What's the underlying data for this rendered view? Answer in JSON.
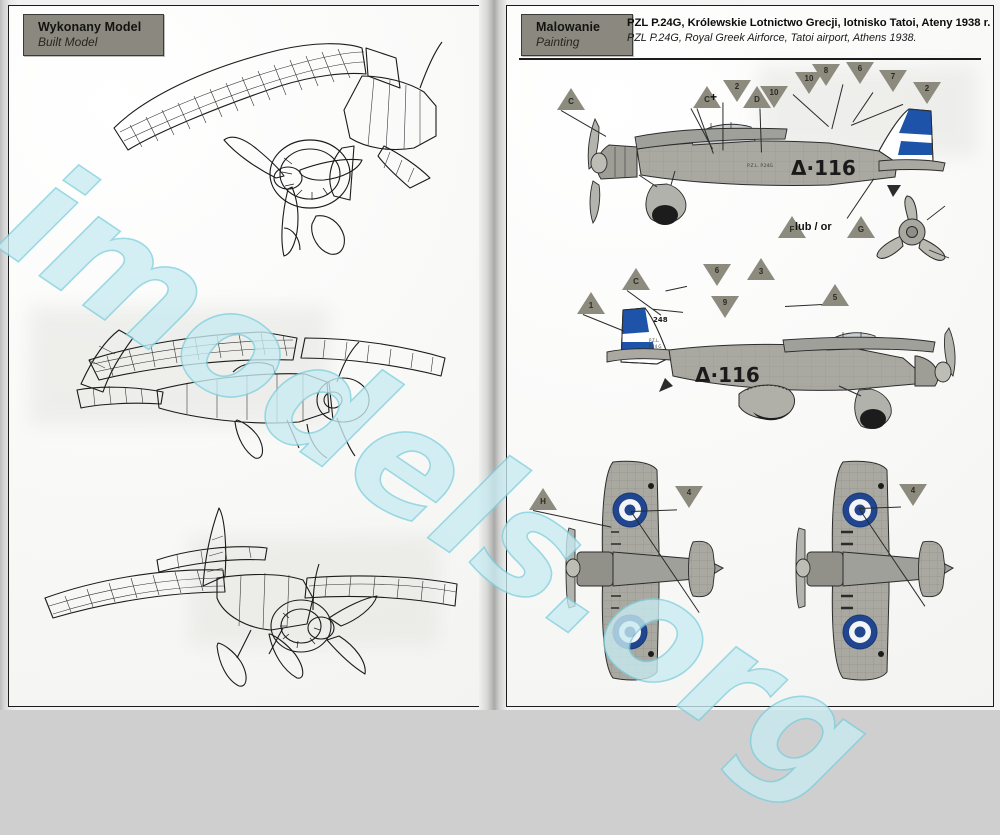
{
  "sheet": {
    "watermark": "imodels.org",
    "watermark_color": "#c9ecf2"
  },
  "left_panel": {
    "badge": {
      "title_pl": "Wykonany Model",
      "title_en": "Built Model"
    },
    "views": [
      {
        "name": "three-quarter-front-upper",
        "label": ""
      },
      {
        "name": "three-quarter-side-middle",
        "label": ""
      },
      {
        "name": "three-quarter-front-lower",
        "label": ""
      }
    ]
  },
  "right_panel": {
    "badge": {
      "title_pl": "Malowanie",
      "title_en": "Painting"
    },
    "title_pl": "PZL P.24G, Królewskie Lotnictwo Grecji, lotnisko Tatoi, Ateny 1938 r.",
    "title_en": "PZL P.24G, Royal Greek Airforce, Tatoi airport, Athens 1938.",
    "aircraft_code": "Δ·116",
    "tail_code": "248",
    "option_label": "lub / or",
    "colors": {
      "greek_blue": "#1d53a8",
      "roundel_blue": "#21468f",
      "airframe_grey": "#a9a9a2",
      "callout_tan": "#8d8a7e"
    },
    "profiles": [
      {
        "name": "starboard-side-profile",
        "code": "Δ·116",
        "callouts": [
          {
            "id": "C",
            "shape": "up"
          },
          {
            "id": "C",
            "shape": "up"
          },
          {
            "id": "D",
            "shape": "up"
          },
          {
            "id": "10",
            "shape": "down"
          },
          {
            "id": "10",
            "shape": "down"
          },
          {
            "id": "2",
            "shape": "down"
          },
          {
            "id": "6",
            "shape": "down"
          },
          {
            "id": "8",
            "shape": "down"
          },
          {
            "id": "7",
            "shape": "down"
          },
          {
            "id": "2",
            "shape": "down"
          },
          {
            "id": "F",
            "shape": "up"
          },
          {
            "id": "G",
            "shape": "up"
          }
        ],
        "plus_sign": "+"
      },
      {
        "name": "port-side-profile",
        "code": "Δ·116",
        "callouts": [
          {
            "id": "C",
            "shape": "up"
          },
          {
            "id": "1",
            "shape": "up"
          },
          {
            "id": "6",
            "shape": "down"
          },
          {
            "id": "3",
            "shape": "up"
          },
          {
            "id": "9",
            "shape": "down"
          },
          {
            "id": "5",
            "shape": "up"
          }
        ]
      },
      {
        "name": "bottom-plan-view",
        "callouts": [
          {
            "id": "H",
            "shape": "up"
          },
          {
            "id": "4",
            "shape": "down"
          }
        ]
      },
      {
        "name": "top-plan-view",
        "callouts": [
          {
            "id": "4",
            "shape": "down"
          }
        ]
      }
    ]
  }
}
